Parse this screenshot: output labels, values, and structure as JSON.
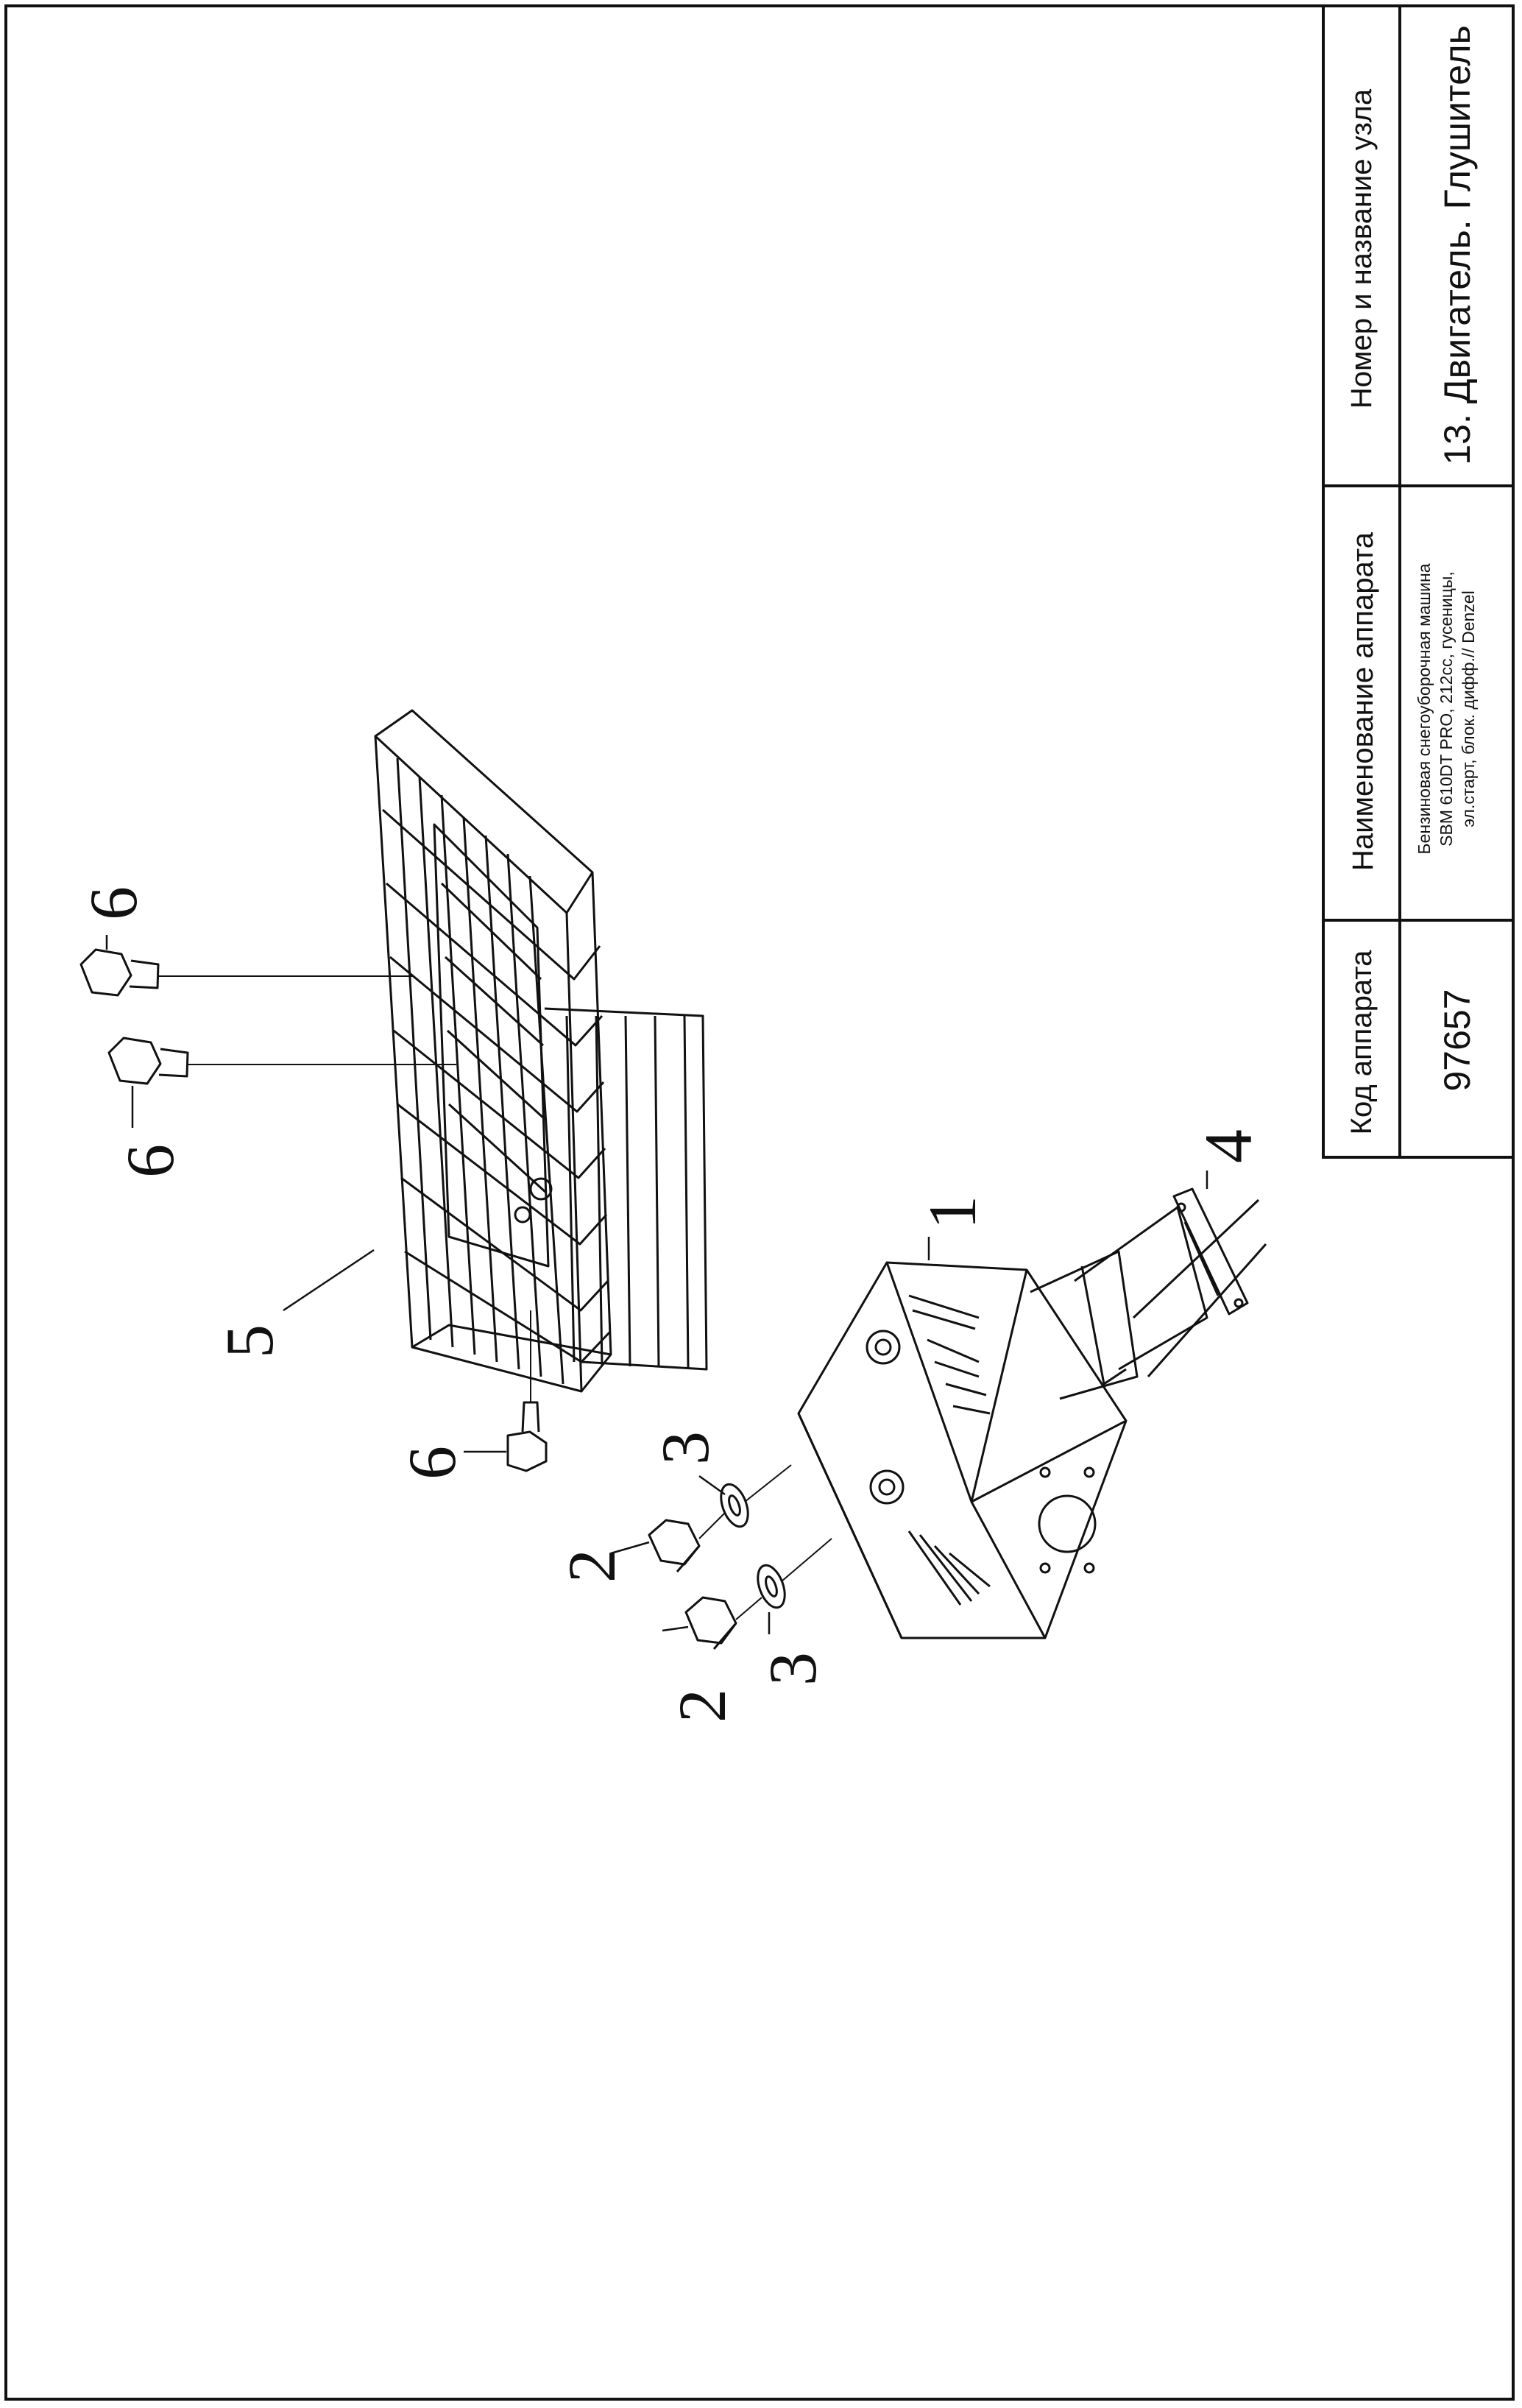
{
  "title_block": {
    "code_header": "Код аппарата",
    "code_value": "97657",
    "name_header": "Наименование аппарата",
    "name_value_line1": "Бензиновая снегоуборочная машина",
    "name_value_line2": "SBM 610DT PRO, 212cc, гусеницы,",
    "name_value_line3": "эл.старт, блок. дифф.// Denzel",
    "node_header": "Номер и название узла",
    "node_value": "13. Двигатель. Глушитель"
  },
  "callouts": {
    "c1": "1",
    "c2a": "2",
    "c2b": "2",
    "c3a": "3",
    "c3b": "3",
    "c4": "4",
    "c5": "5",
    "c6a": "6",
    "c6b": "6",
    "c6c": "6"
  }
}
